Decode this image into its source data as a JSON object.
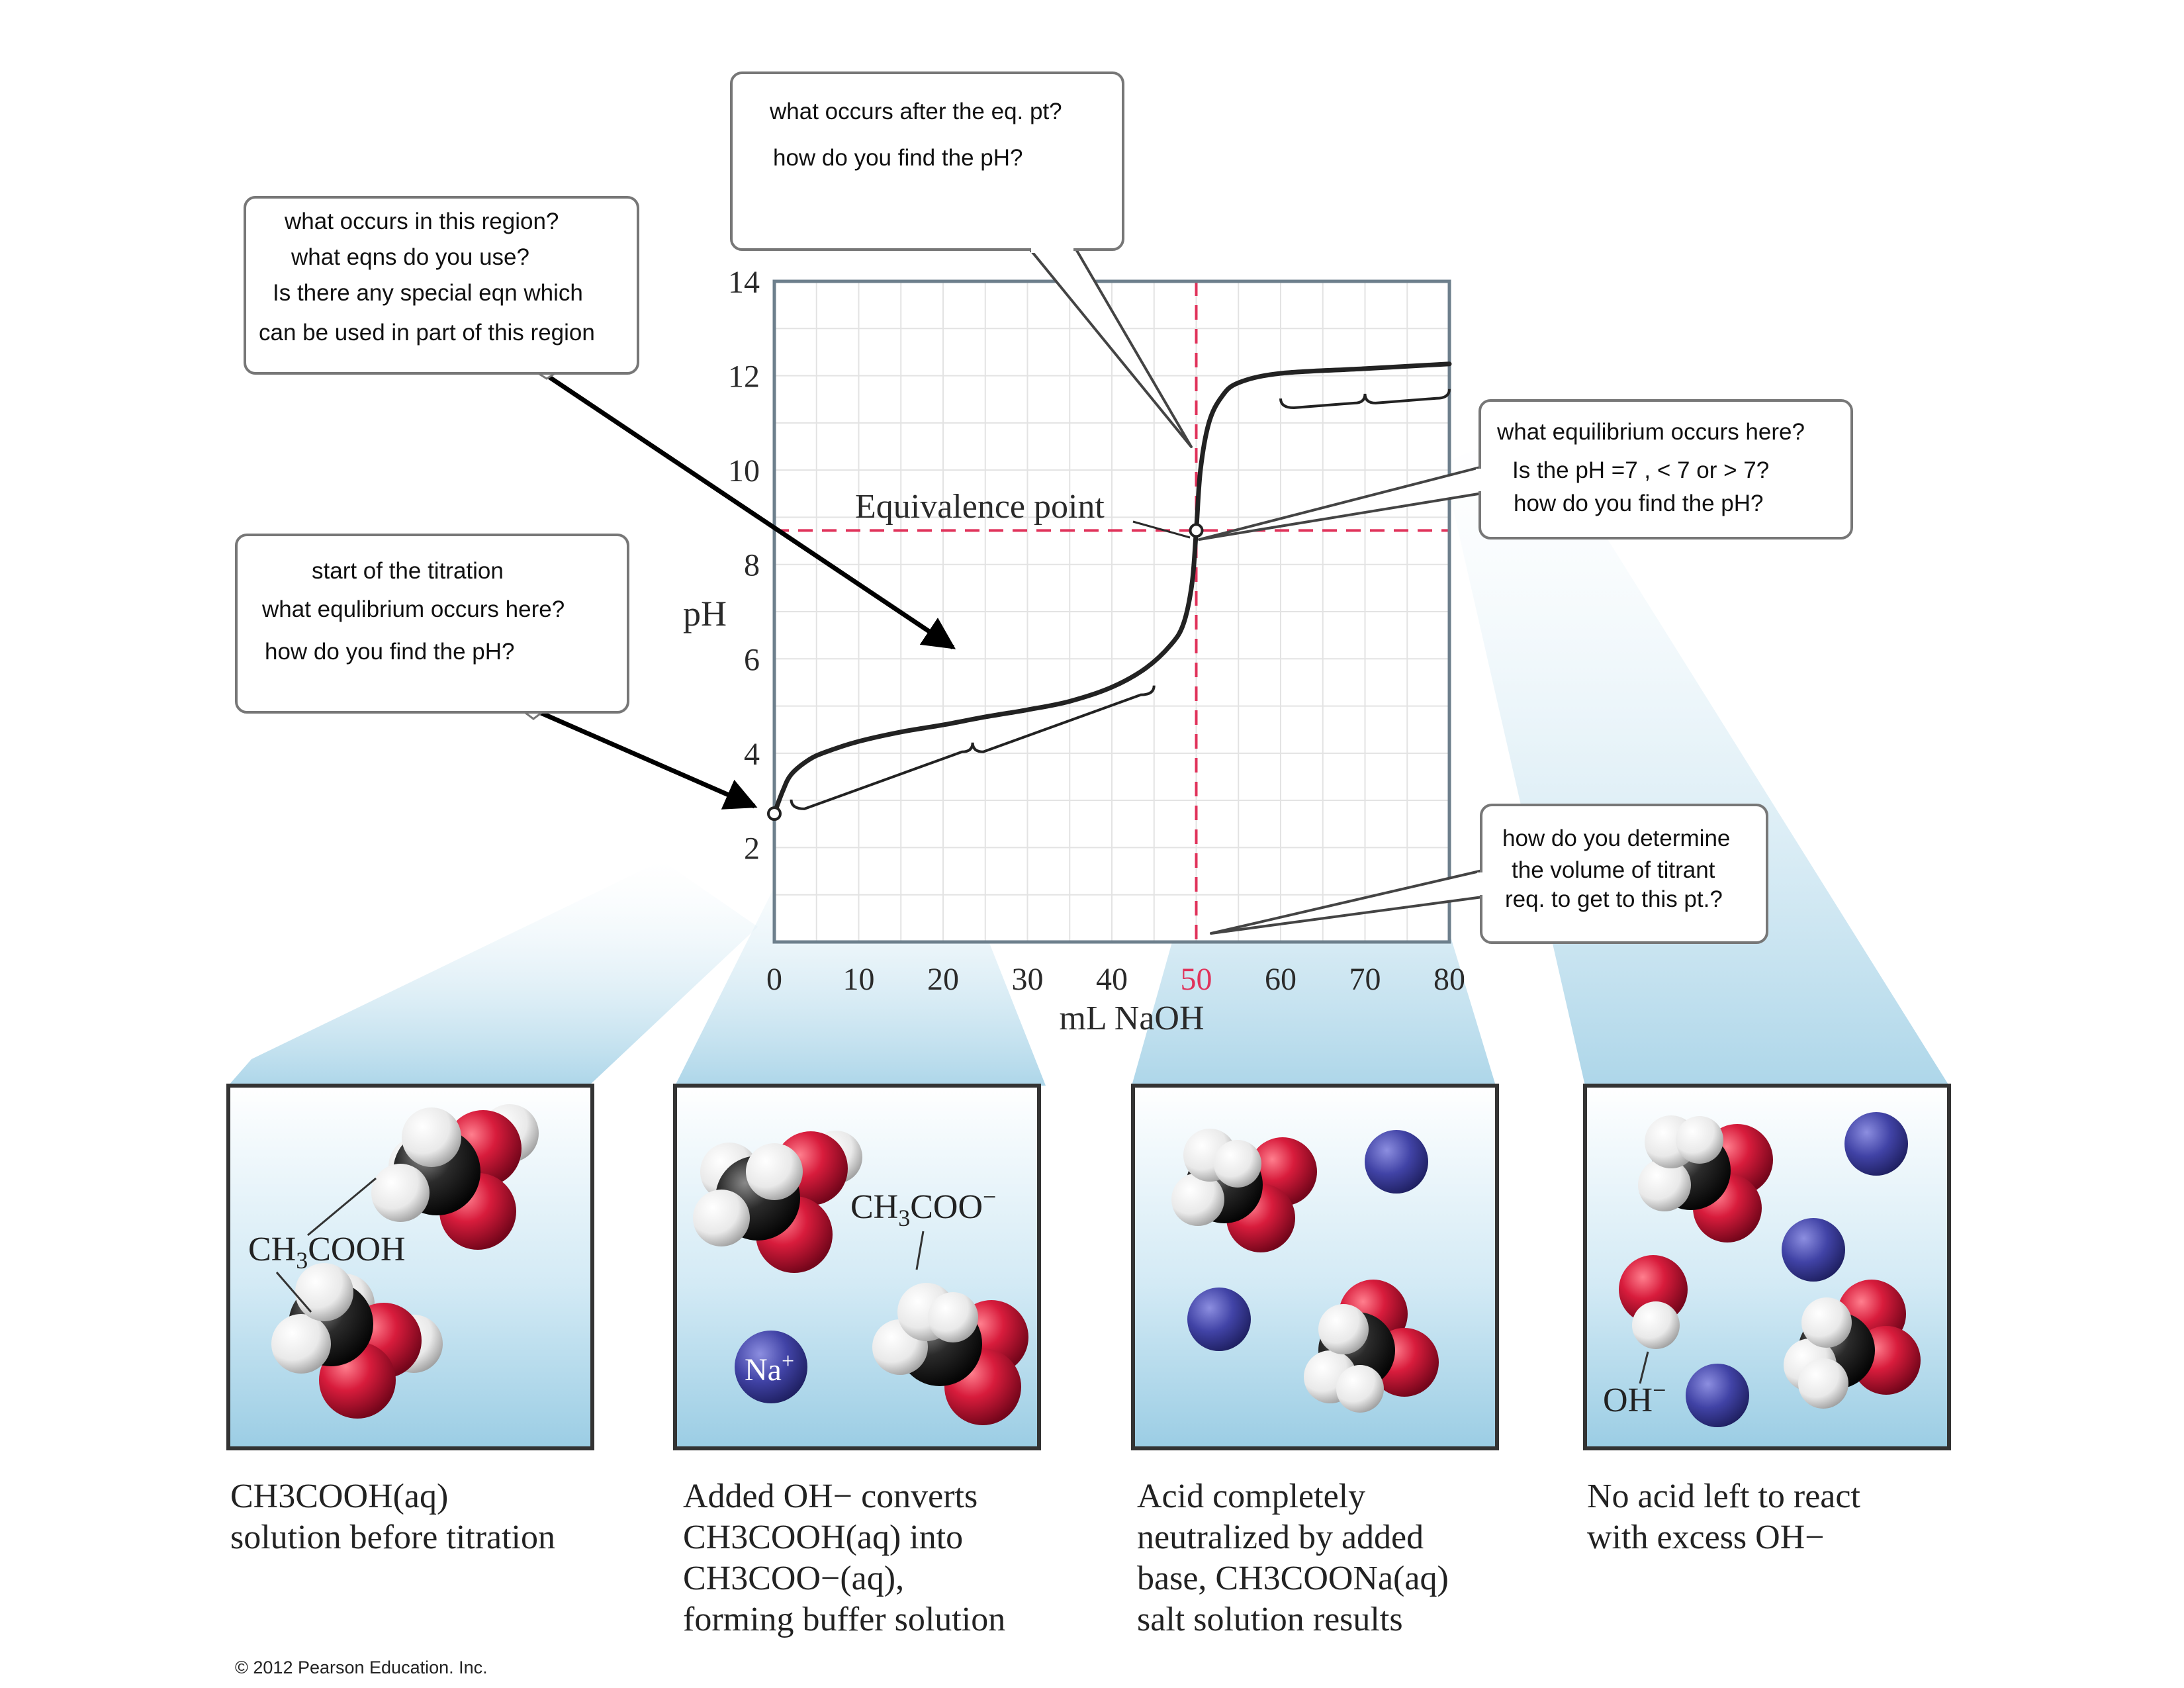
{
  "chart_data": {
    "type": "line",
    "title": "",
    "xlabel": "mL NaOH",
    "ylabel": "pH",
    "xlim": [
      0,
      80
    ],
    "ylim": [
      0,
      14
    ],
    "x_ticks": [
      "0",
      "10",
      "20",
      "30",
      "40",
      "50",
      "60",
      "70",
      "80"
    ],
    "y_ticks": [
      "2",
      "4",
      "6",
      "8",
      "10",
      "12",
      "14"
    ],
    "highlight_x_tick": "50",
    "grid": true,
    "series": [
      {
        "x": [
          0,
          1,
          2,
          4,
          6,
          10,
          15,
          20,
          25,
          30,
          35,
          40,
          44,
          47,
          48.5,
          49.5,
          50,
          50.5,
          51.5,
          53,
          55,
          60,
          70,
          80
        ],
        "y": [
          2.72,
          3.2,
          3.55,
          3.85,
          4.02,
          4.25,
          4.45,
          4.6,
          4.77,
          4.92,
          5.1,
          5.4,
          5.8,
          6.3,
          6.75,
          7.6,
          8.72,
          10.0,
          11.0,
          11.55,
          11.85,
          12.05,
          12.15,
          12.25
        ]
      }
    ],
    "reference_lines": {
      "x": 50,
      "y": 8.72
    },
    "markers": [
      {
        "x": 0,
        "y": 2.72
      },
      {
        "x": 50,
        "y": 8.72
      }
    ],
    "braces": [
      {
        "x_from": 2,
        "x_to": 45
      },
      {
        "x_from": 60,
        "x_to": 80
      }
    ],
    "annotations": [
      "Equivalence point"
    ],
    "colors": {
      "curve": "#222222",
      "reference": "#e0325a",
      "grid": "#e3e3e3",
      "axis_frame": "#6d7f8c",
      "highlight_tick": "#e0325a"
    }
  },
  "callouts": {
    "region": [
      "what occurs in this region?",
      "what eqns do you use?",
      "Is there any special eqn which",
      "can be used in part of this region"
    ],
    "after_eq": [
      "what occurs after the eq. pt?",
      "how do you find the pH?"
    ],
    "start": [
      "start of the titration",
      "what equlibrium occurs here?",
      "how do you find the pH?"
    ],
    "equilibrium": [
      "what equilibrium  occurs here?",
      "Is the pH =7 , < 7 or > 7?",
      "how do you find the pH?"
    ],
    "volume": [
      "how do you determine",
      "the volume of titrant",
      "req. to get to this pt.?"
    ]
  },
  "panels": [
    {
      "labels": [
        {
          "base": "CH",
          "sub1": "3",
          "mid": "COOH",
          "sup": ""
        }
      ]
    },
    {
      "labels": [
        {
          "base": "CH",
          "sub1": "3",
          "mid": "COO",
          "sup": "−"
        },
        {
          "base": "Na",
          "sub1": "",
          "mid": "",
          "sup": "+"
        }
      ]
    },
    {
      "labels": []
    },
    {
      "labels": [
        {
          "base": "OH",
          "sub1": "",
          "mid": "",
          "sup": "−"
        }
      ]
    }
  ],
  "captions": [
    {
      "line1": "CH3COOH(aq)",
      "line2": "solution before titration"
    },
    {
      "line1": "Added OH− converts",
      "line2": "CH3COOH(aq) into",
      "line3": "CH3COO−(aq),",
      "line4": "forming buffer solution"
    },
    {
      "line1": "Acid completely",
      "line2": "neutralized by added",
      "line3": "base, CH3COONa(aq)",
      "line4": "salt solution results"
    },
    {
      "line1": "No acid left to react",
      "line2": "with excess OH−"
    }
  ],
  "copyright": "© 2012 Pearson Education. Inc."
}
